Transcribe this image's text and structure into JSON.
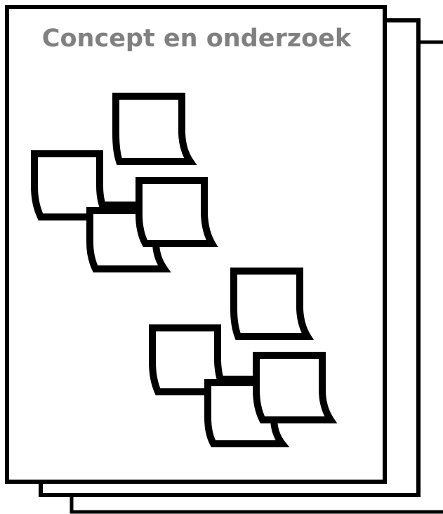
{
  "title": "Concept en onderzoek",
  "colors": {
    "stroke": "#000000",
    "page_fill": "#ffffff",
    "title_text": "#808080"
  },
  "groups": [
    {
      "name": "note-group-top",
      "notes": 4,
      "connector": "horizontal-bar"
    },
    {
      "name": "note-group-bottom",
      "notes": 4,
      "connector": "horizontal-bar"
    }
  ]
}
